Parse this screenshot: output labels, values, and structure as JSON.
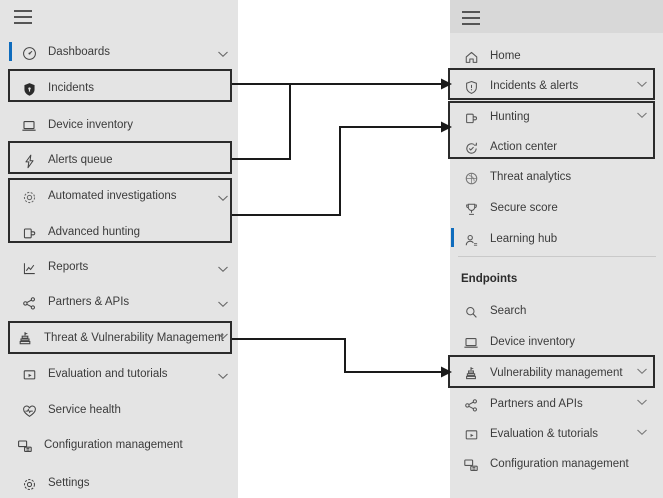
{
  "left_panel": {
    "menu_icon": "hamburger-icon",
    "items": [
      {
        "id": "dashboards",
        "label": "Dashboards",
        "icon": "dashboard-icon",
        "chevron": true,
        "selected": true
      },
      {
        "id": "incidents",
        "label": "Incidents",
        "icon": "shield-filled-icon",
        "chevron": false,
        "selected": false
      },
      {
        "id": "device-inventory",
        "label": "Device inventory",
        "icon": "laptop-icon",
        "chevron": false,
        "selected": false
      },
      {
        "id": "alerts-queue",
        "label": "Alerts queue",
        "icon": "lightning-icon",
        "chevron": false,
        "selected": false
      },
      {
        "id": "automated-investigations",
        "label": "Automated investigations",
        "icon": "gear-outline-icon",
        "chevron": true,
        "selected": false
      },
      {
        "id": "advanced-hunting",
        "label": "Advanced hunting",
        "icon": "hunting-icon",
        "chevron": false,
        "selected": false
      },
      {
        "id": "reports",
        "label": "Reports",
        "icon": "chart-icon",
        "chevron": true,
        "selected": false
      },
      {
        "id": "partners-apis",
        "label": "Partners & APIs",
        "icon": "share-nodes-icon",
        "chevron": true,
        "selected": false
      },
      {
        "id": "threat-vulnerability-management",
        "label": "Threat & Vulnerability Management",
        "icon": "tvm-icon",
        "chevron": true,
        "selected": false
      },
      {
        "id": "evaluation-and-tutorials",
        "label": "Evaluation and tutorials",
        "icon": "monitor-play-icon",
        "chevron": true,
        "selected": false
      },
      {
        "id": "service-health",
        "label": "Service health",
        "icon": "heart-pulse-icon",
        "chevron": false,
        "selected": false
      },
      {
        "id": "configuration-management",
        "label": "Configuration management",
        "icon": "config-icon",
        "chevron": false,
        "selected": false
      },
      {
        "id": "settings",
        "label": "Settings",
        "icon": "gear-icon",
        "chevron": false,
        "selected": false
      }
    ]
  },
  "right_panel": {
    "menu_icon": "hamburger-icon",
    "items": [
      {
        "id": "home",
        "label": "Home",
        "icon": "home-icon",
        "chevron": false,
        "selected": false
      },
      {
        "id": "incidents-alerts",
        "label": "Incidents & alerts",
        "icon": "shield-outline-icon",
        "chevron": true,
        "selected": false
      },
      {
        "id": "hunting",
        "label": "Hunting",
        "icon": "hunting-icon",
        "chevron": true,
        "selected": false
      },
      {
        "id": "action-center",
        "label": "Action center",
        "icon": "action-center-icon",
        "chevron": false,
        "selected": false
      },
      {
        "id": "threat-analytics",
        "label": "Threat analytics",
        "icon": "threat-analytics-icon",
        "chevron": false,
        "selected": false
      },
      {
        "id": "secure-score",
        "label": "Secure score",
        "icon": "trophy-icon",
        "chevron": false,
        "selected": false
      },
      {
        "id": "learning-hub",
        "label": "Learning hub",
        "icon": "learning-hub-icon",
        "chevron": false,
        "selected": true
      }
    ],
    "section_label": "Endpoints",
    "endpoint_items": [
      {
        "id": "search",
        "label": "Search",
        "icon": "search-icon",
        "chevron": false
      },
      {
        "id": "device-inventory",
        "label": "Device inventory",
        "icon": "laptop-icon",
        "chevron": false
      },
      {
        "id": "vulnerability-management",
        "label": "Vulnerability management",
        "icon": "tvm-icon",
        "chevron": true
      },
      {
        "id": "partners-and-apis",
        "label": "Partners and APIs",
        "icon": "share-nodes-icon",
        "chevron": true
      },
      {
        "id": "evaluation-tutorials",
        "label": "Evaluation & tutorials",
        "icon": "monitor-play-icon",
        "chevron": true
      },
      {
        "id": "configuration-management",
        "label": "Configuration management",
        "icon": "config-icon",
        "chevron": false
      }
    ]
  },
  "colors": {
    "panel_background": "#e4e4e4",
    "panel_header": "#d8d8d8",
    "accent": "#0f6cbd",
    "highlight_border": "#2b2b2b",
    "connector": "#1a1a1a",
    "text": "#3b3b3b",
    "gap_background": "#ffffff"
  },
  "annotations": {
    "mappings": [
      {
        "from": "incidents",
        "to": "incidents-alerts"
      },
      {
        "from": "alerts-queue",
        "to": "incidents-alerts"
      },
      {
        "from": "automated-investigations-advanced-hunting",
        "to": "hunting-action-center"
      },
      {
        "from": "threat-vulnerability-management",
        "to": "vulnerability-management"
      }
    ]
  }
}
